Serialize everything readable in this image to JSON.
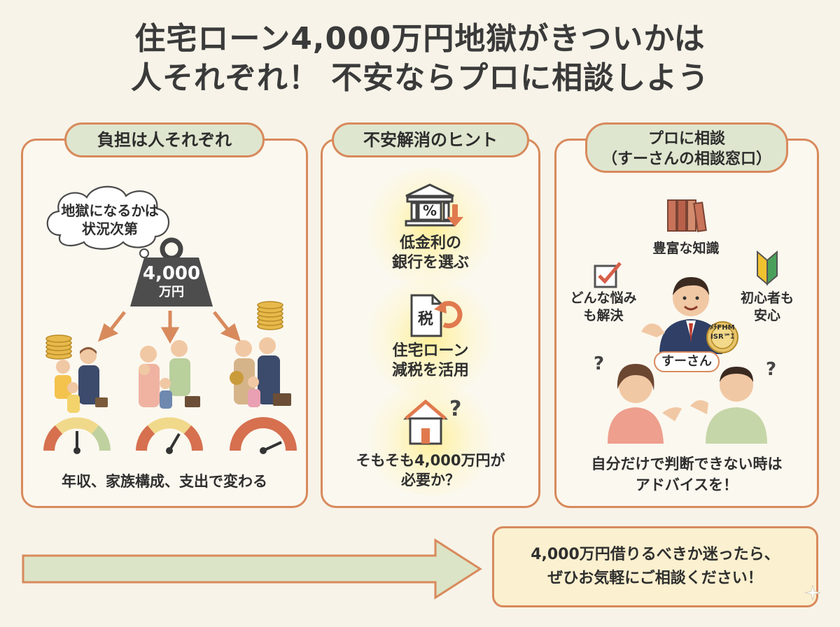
{
  "title": {
    "line1": "住宅ローン4,000万円地獄がきついかは",
    "line2": "人それぞれ！ 不安ならプロに相談しよう"
  },
  "panel1": {
    "tag": "負担は人それぞれ",
    "thought_line1": "地獄になるかは",
    "thought_line2": "状況次第",
    "weight_amount": "4,000",
    "weight_unit": "万円",
    "caption": "年収、家族構成、支出で変わる"
  },
  "panel2": {
    "tag": "不安解消のヒント",
    "hint1_line1": "低金利の",
    "hint1_line2": "銀行を選ぶ",
    "hint1_icon_text": "%",
    "hint2_icon_text": "税",
    "hint2_line1": "住宅ローン",
    "hint2_line2": "減税を活用",
    "hint3_line1": "そもそも4,000万円が",
    "hint3_line2": "必要か？"
  },
  "panel3": {
    "tag_line1": "プロに相談",
    "tag_line2": "（すーさんの相談窓口）",
    "knowledge": "豊富な知識",
    "solve_line1": "どんな悩み",
    "solve_line2": "も解決",
    "beginner_line1": "初心者も",
    "beginner_line2": "安心",
    "advisor_name": "すーさん",
    "badge_line1": "ﾒﾁFHM",
    "badge_line2": "ISR℠ｴ",
    "caption_line1": "自分だけで判断できない時は",
    "caption_line2": "アドバイスを！"
  },
  "cta": {
    "line1": "4,000万円借りるべきか迷ったら、",
    "line2": "ぜひお気軽にご相談ください！"
  },
  "colors": {
    "accent": "#d88a5c",
    "tag_bg": "#dfe6cf",
    "arrow_fill": "#dbe4c6",
    "cta_bg": "#fbf0cf"
  }
}
